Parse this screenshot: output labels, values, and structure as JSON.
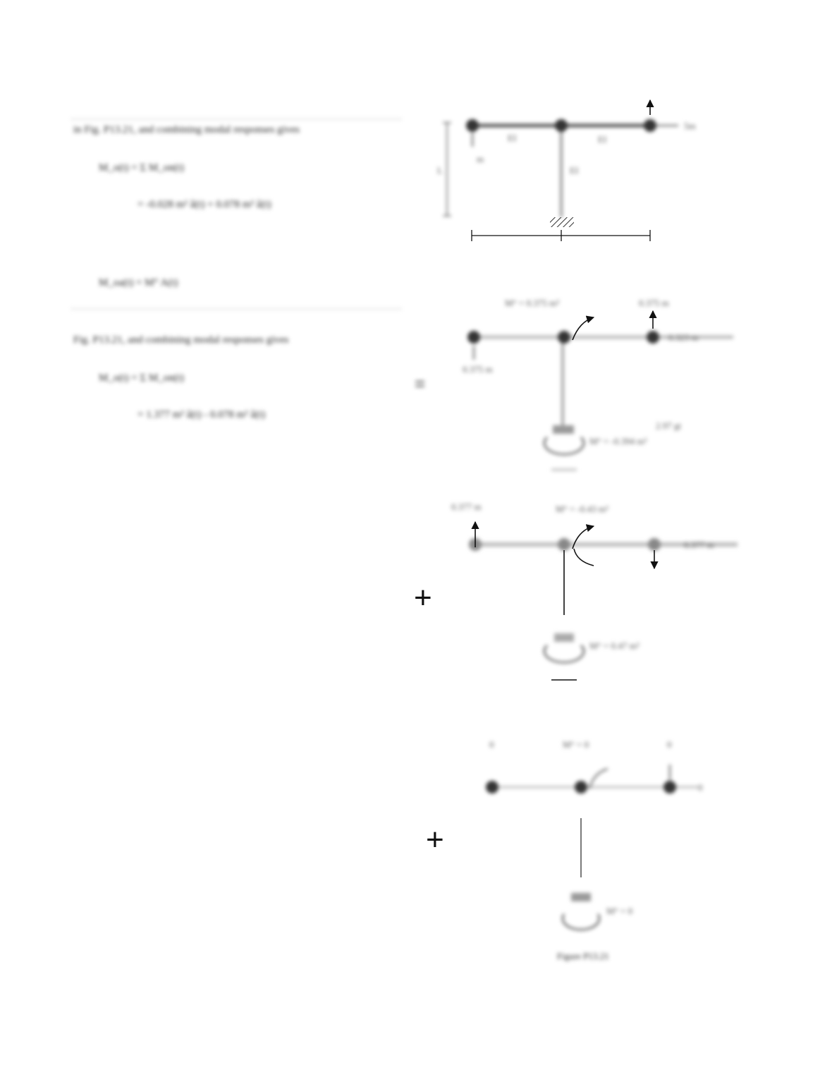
{
  "left_text": {
    "para1": "in Fig. P13.21, and combining modal responses gives",
    "eq1_line1": "M_o(t) = Σ M_on(t)",
    "eq1_line2": "= -0.028 m² â(t) + 0.078 m² â(t)",
    "eq2": "M_oa(t) = M° A(t)",
    "para2": "Fig. P13.21, and combining modal responses gives",
    "eq3_line1": "M_o(t) = Σ M_on(t)",
    "eq3_line2": "= 1.377 m² â(t) - 0.078 m² â(t)"
  },
  "figure1": {
    "load_label": "5m",
    "member_label_left": "EI",
    "member_label_right": "EI",
    "column_label": "EI",
    "height_label": "L",
    "mass_label": "m"
  },
  "figure2": {
    "moment_top": "M° = 0.375 m²",
    "force_right": "0.375 m",
    "force_far": "0.323 m",
    "force_left": "0.375 m",
    "base_moment": "M° = -0.394 m²",
    "base_extra": "2.97 gt",
    "mark": "="
  },
  "figure3": {
    "force_left": "0.377 m",
    "moment_top": "M° = -0.43 m²",
    "force_far": "0.377 m",
    "base_moment": "M° = 0.47 m²",
    "plus": "+"
  },
  "figure4": {
    "left_val": "0",
    "moment_top": "M° = 0",
    "right_val": "0",
    "far_val": "0",
    "base_moment": "M° = 0",
    "plus": "+"
  },
  "caption": "Figure P13.21"
}
